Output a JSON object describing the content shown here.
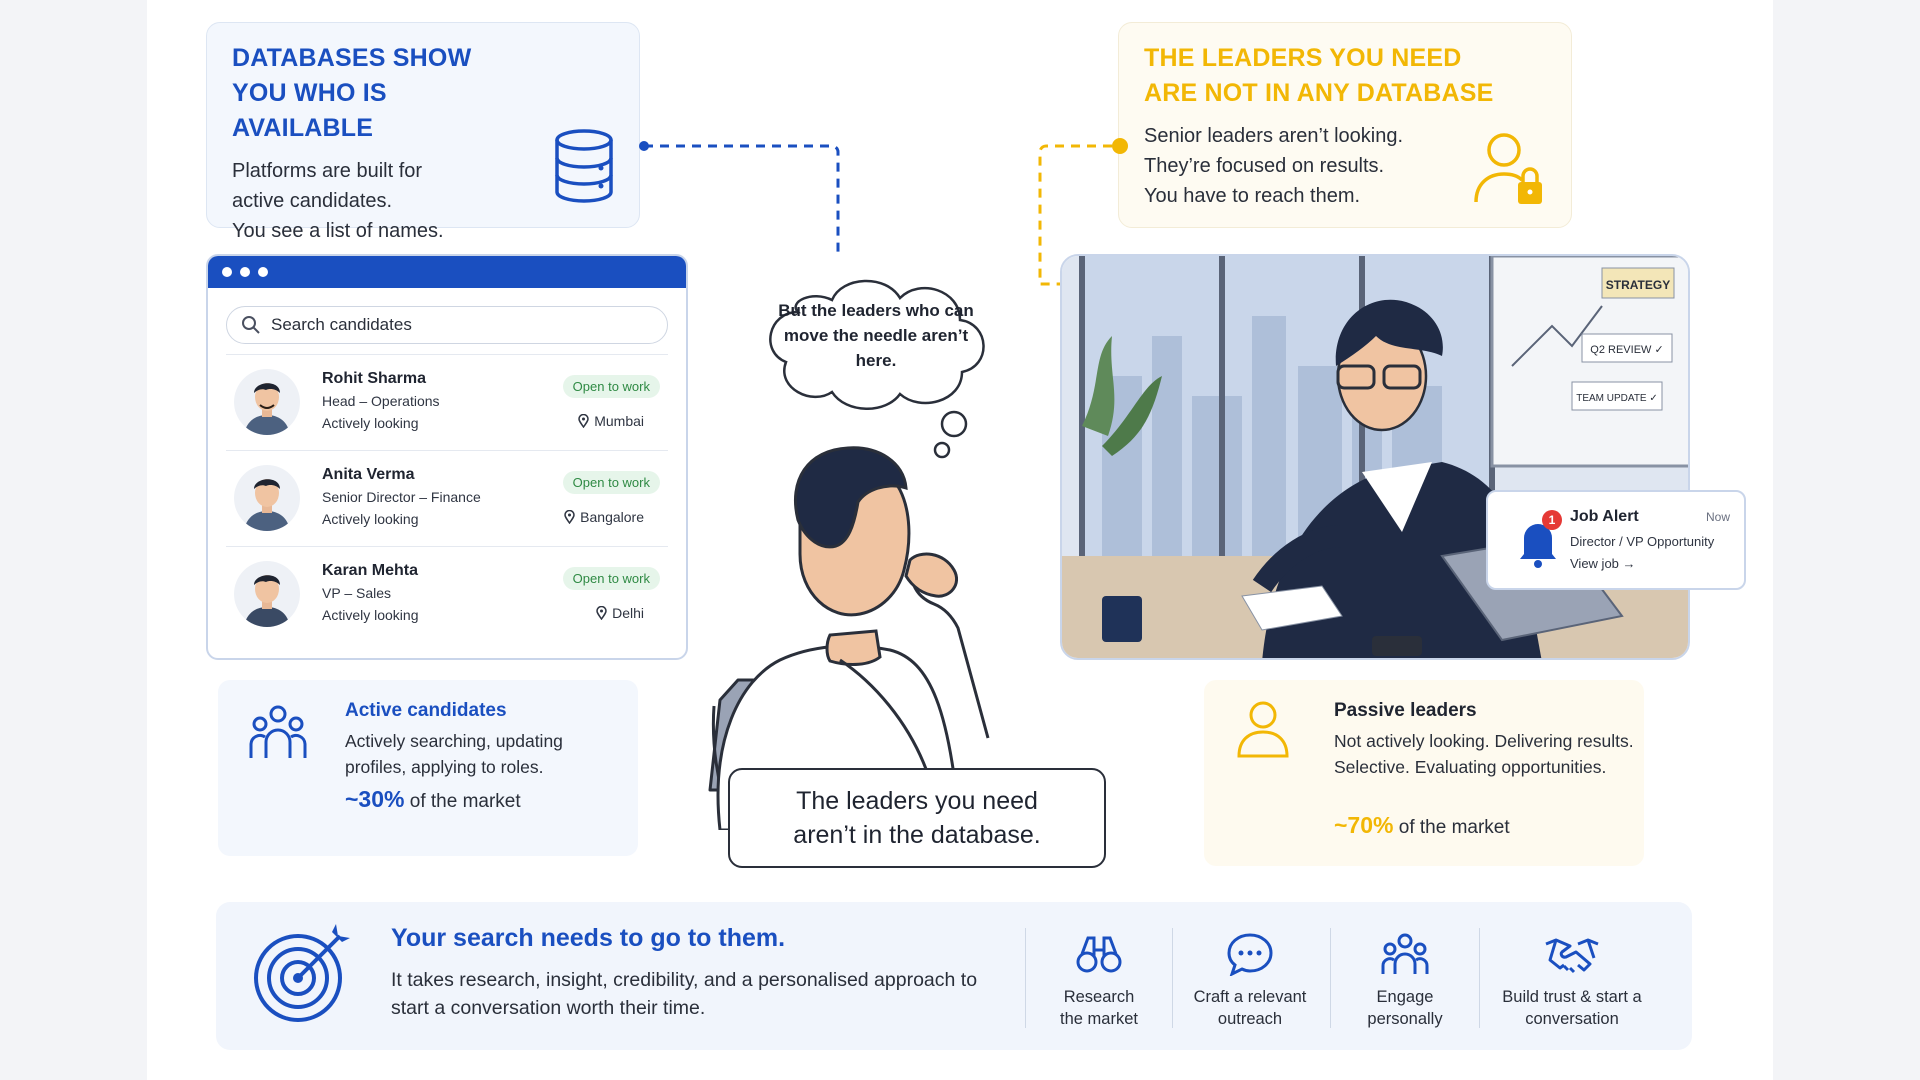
{
  "left_card": {
    "title": "DATABASES SHOW YOU WHO IS AVAILABLE",
    "body": [
      "Platforms are built for",
      "active candidates.",
      "You see a list of names."
    ]
  },
  "right_card": {
    "title": "THE LEADERS YOU NEED ARE NOT IN ANY DATABASE",
    "body": [
      "Senior leaders aren’t looking.",
      "They’re focused on results.",
      "You have to reach them."
    ]
  },
  "search_window": {
    "search_placeholder": "Search candidates",
    "candidates": [
      {
        "name": "Rohit Sharma",
        "role": "Head – Operations",
        "status": "Actively looking",
        "badge": "Open to work",
        "location": "Mumbai"
      },
      {
        "name": "Anita Verma",
        "role": "Senior Director – Finance",
        "status": "Actively looking",
        "badge": "Open to work",
        "location": "Bangalore"
      },
      {
        "name": "Karan Mehta",
        "role": "VP – Sales",
        "status": "Actively looking",
        "badge": "Open to work",
        "location": "Delhi"
      }
    ]
  },
  "active": {
    "title": "Active candidates",
    "body": "Actively searching, updating profiles, applying to roles.",
    "stat_value": "~30%",
    "stat_suffix": " of the market"
  },
  "thought": {
    "text": "But the leaders who can move the needle aren’t here."
  },
  "caption": {
    "text": "The leaders you need aren’t in the database."
  },
  "scene": {
    "notes": [
      "STRATEGY",
      "Q2 REVIEW ✓",
      "TEAM UPDATE ✓"
    ]
  },
  "job_alert": {
    "title": "Job Alert",
    "time": "Now",
    "subtitle": "Director / VP Opportunity",
    "link": "View job →",
    "count": "1"
  },
  "passive": {
    "title": "Passive leaders",
    "body": "Not actively looking. Delivering results. Selective. Evaluating opportunities.",
    "stat_value": "~70%",
    "stat_suffix": " of the market"
  },
  "banner": {
    "title": "Your search needs to go to them.",
    "body": "It takes research, insight, credibility, and a personalised approach to start a conversation worth their time.",
    "steps": [
      {
        "label": "Research the market",
        "icon": "binoculars-icon"
      },
      {
        "label": "Craft a relevant outreach",
        "icon": "chat-icon"
      },
      {
        "label": "Engage personally",
        "icon": "group-icon"
      },
      {
        "label": "Build trust & start a conversation",
        "icon": "handshake-icon"
      }
    ]
  },
  "colors": {
    "blue": "#1a4fc0",
    "gold": "#f2b705",
    "green": "#2f8a44"
  }
}
